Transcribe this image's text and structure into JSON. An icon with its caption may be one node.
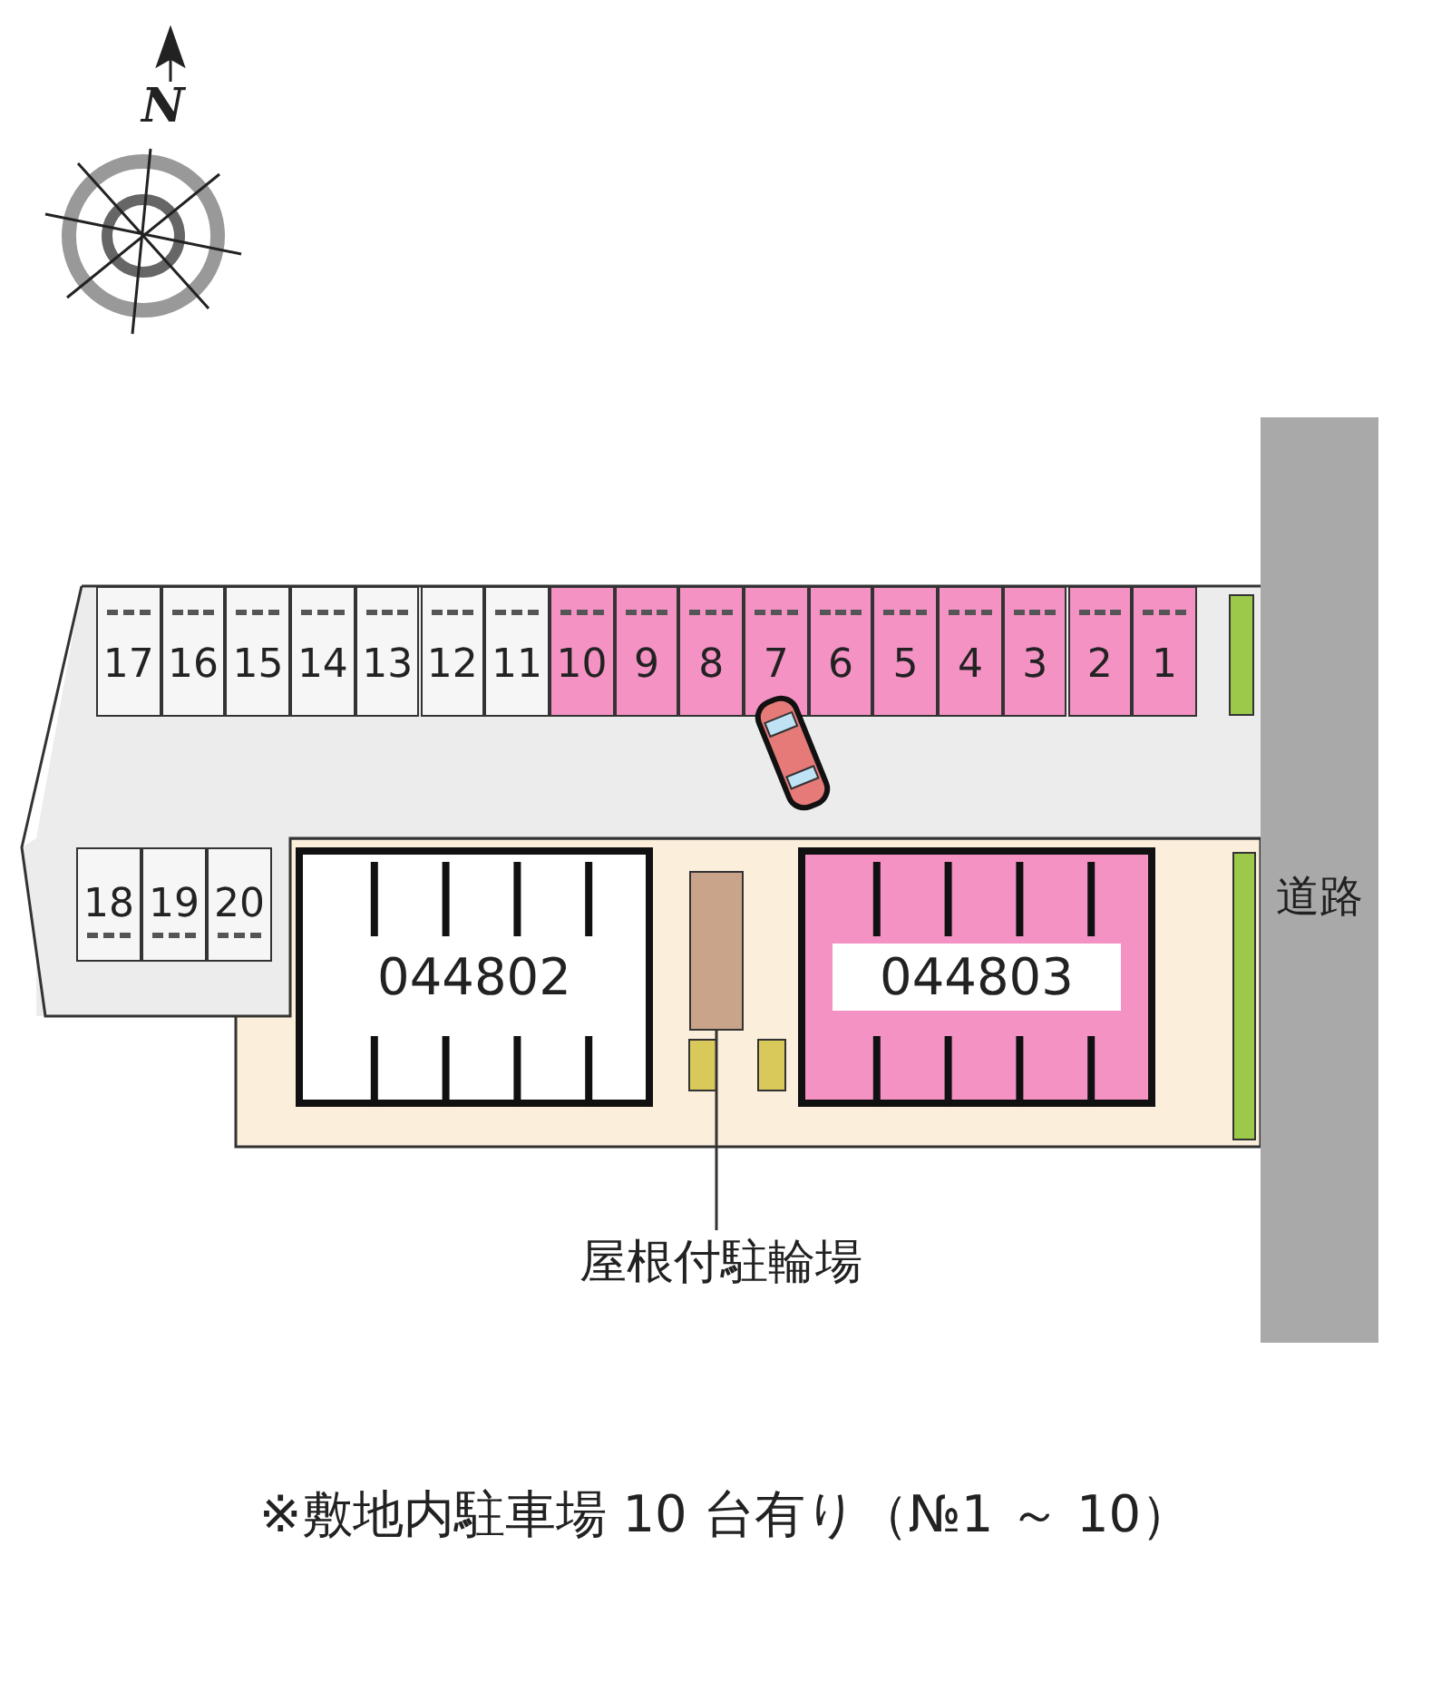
{
  "diagram": {
    "caption": "※敷地内駐車場 10 台有り（№1 ～ 10）",
    "nodes": [
      {
        "text": [
          "17"
        ]
      },
      {
        "text": [
          "16"
        ]
      },
      {
        "text": [
          "15"
        ]
      },
      {
        "text": [
          "14"
        ]
      },
      {
        "text": [
          "13"
        ]
      },
      {
        "text": [
          "12"
        ]
      },
      {
        "text": [
          "11"
        ]
      },
      {
        "text": [
          "10"
        ]
      },
      {
        "text": [
          "9"
        ]
      },
      {
        "text": [
          "8"
        ]
      },
      {
        "text": [
          "7"
        ]
      },
      {
        "text": [
          "6"
        ]
      },
      {
        "text": [
          "5"
        ]
      },
      {
        "text": [
          "4"
        ]
      },
      {
        "text": [
          "3"
        ]
      },
      {
        "text": [
          "2"
        ]
      },
      {
        "text": [
          "1"
        ]
      },
      {
        "text": [
          "道路"
        ]
      },
      {
        "text": [
          "18"
        ]
      },
      {
        "text": [
          "19"
        ]
      },
      {
        "text": [
          "20"
        ]
      },
      {
        "text": [
          "044802"
        ]
      },
      {
        "text": [],
        "shape": "box"
      },
      {
        "text": [
          "044803"
        ]
      },
      {
        "text": [
          "屋根付駐輪場"
        ]
      }
    ],
    "edges": [
      {
        "from": 24,
        "to": 22,
        "arrow": "none"
      }
    ],
    "labels": [
      "N"
    ]
  }
}
